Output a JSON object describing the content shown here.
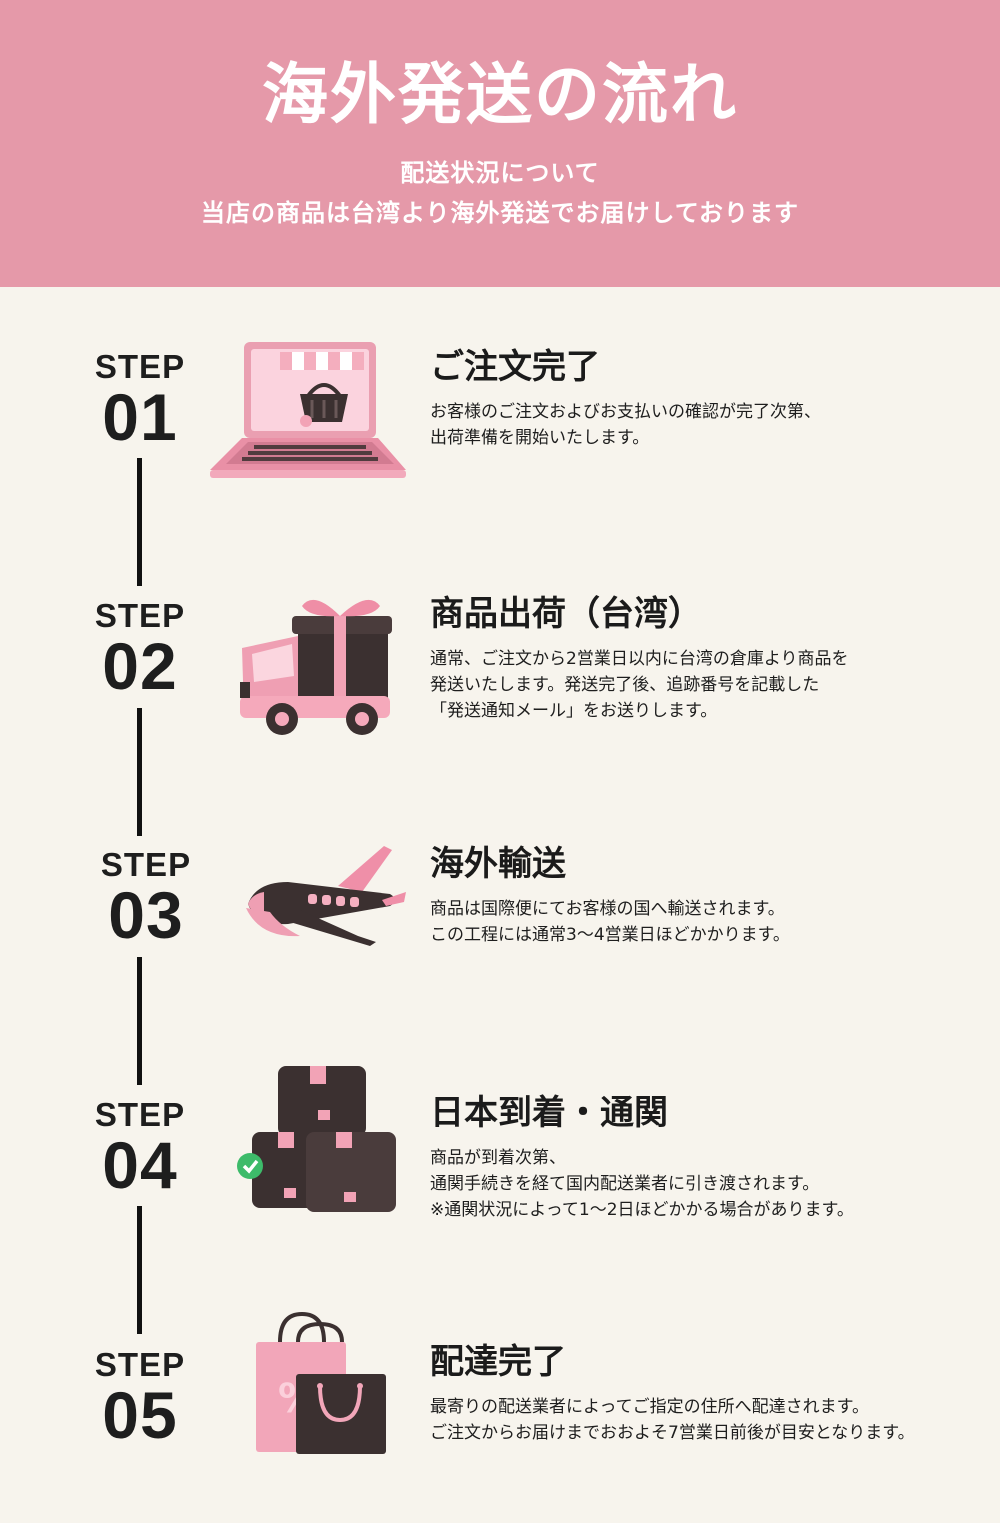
{
  "header": {
    "title": "海外発送の流れ",
    "subtitle_lines": [
      "配送状況について",
      "当店の商品は台湾より海外発送でお届けしております"
    ]
  },
  "colors": {
    "header_bg": "#e599a9",
    "page_bg": "#f7f4ed",
    "accent_pink": "#ee9db1",
    "dark_brown": "#3b3030"
  },
  "steps": [
    {
      "step_label": "STEP",
      "number": "01",
      "title": "ご注文完了",
      "description_lines": [
        "お客様のご注文およびお支払いの確認が完了次第、",
        "出荷準備を開始いたします。"
      ],
      "icon": "laptop-shopping-basket-icon"
    },
    {
      "step_label": "STEP",
      "number": "02",
      "title": "商品出荷（台湾）",
      "description_lines": [
        "通常、ご注文から2営業日以内に台湾の倉庫より商品を",
        "発送いたします。発送完了後、追跡番号を記載した",
        "「発送通知メール」をお送りします。"
      ],
      "icon": "delivery-truck-gift-icon"
    },
    {
      "step_label": "STEP",
      "number": "03",
      "title": "海外輸送",
      "description_lines": [
        "商品は国際便にてお客様の国へ輸送されます。",
        "この工程には通常3～4営業日ほどかかります。"
      ],
      "icon": "airplane-icon"
    },
    {
      "step_label": "STEP",
      "number": "04",
      "title": "日本到着・通関",
      "description_lines": [
        "商品が到着次第、",
        "通関手続きを経て国内配送業者に引き渡されます。",
        "※通関状況によって1～2日ほどかかる場合があります。"
      ],
      "icon": "stacked-boxes-check-icon"
    },
    {
      "step_label": "STEP",
      "number": "05",
      "title": "配達完了",
      "description_lines": [
        "最寄りの配送業者によってご指定の住所へ配達されます。",
        "ご注文からお届けまでおおよそ7営業日前後が目安となります。"
      ],
      "icon": "shopping-bags-icon"
    }
  ]
}
